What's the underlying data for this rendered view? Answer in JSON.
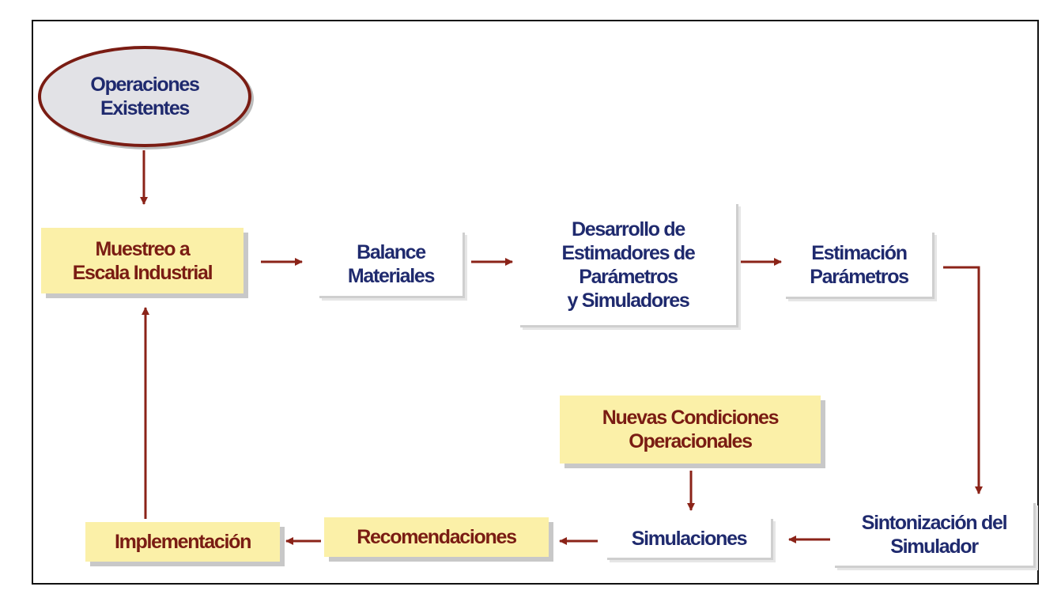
{
  "colors": {
    "arrow": "#8b2318",
    "yellow_box": "#fbf0a8",
    "yellow_text": "#7a1c13",
    "blue_text": "#1f2a6e",
    "ellipse_fill": "#e2e2e6"
  },
  "nodes": {
    "operaciones": "Operaciones\nExistentes",
    "muestreo": "Muestreo a\nEscala Industrial",
    "balance": "Balance\nMateriales",
    "desarrollo": "Desarrollo de\nEstimadores de\nParámetros\ny Simuladores",
    "estimacion": "Estimación\nParámetros",
    "nuevas": "Nuevas Condiciones\nOperacionales",
    "sintonizacion": "Sintonización del\nSimulador",
    "simulaciones": "Simulaciones",
    "recomendaciones": "Recomendaciones",
    "implementacion": "Implementación"
  }
}
